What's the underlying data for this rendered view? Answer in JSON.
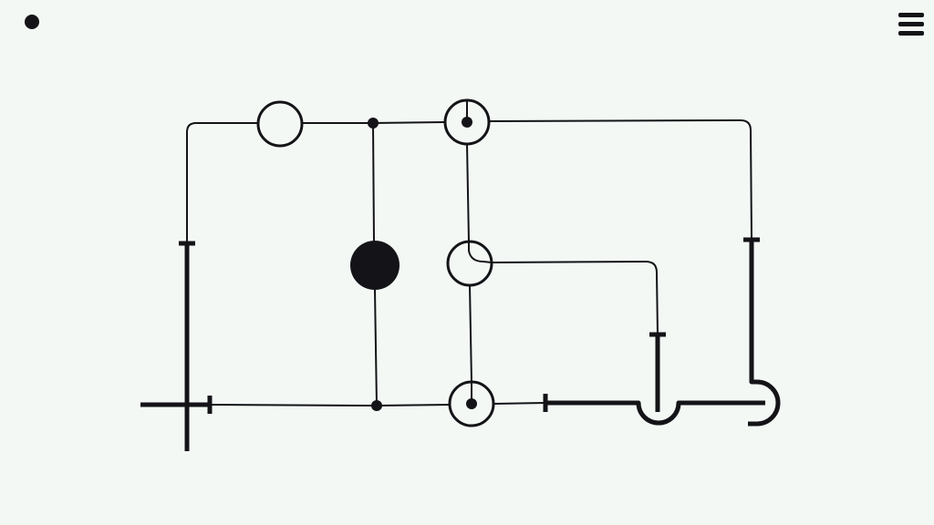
{
  "hud": {
    "status_icon": "filled-dot-icon",
    "menu_icon": "hamburger-menu-icon"
  },
  "board": {
    "ink_color": "#141418",
    "background_color": "#f3f8f4",
    "junction_count": 4,
    "ring_node_count": 4,
    "solid_node_count": 1,
    "terminal_count": 4,
    "socket_count": 2
  }
}
